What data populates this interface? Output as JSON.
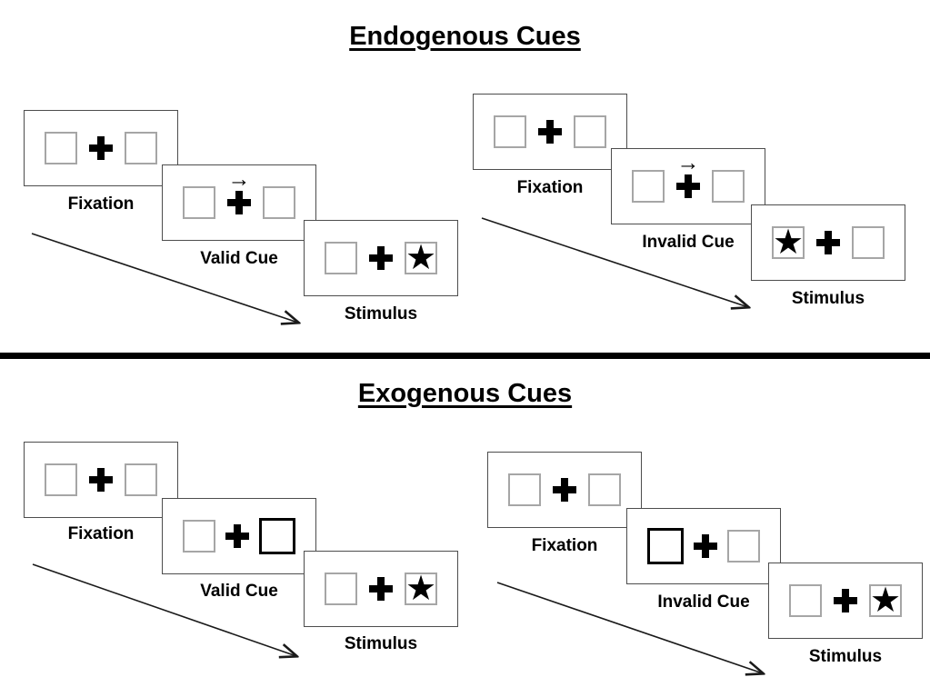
{
  "palette": {
    "background": "#ffffff",
    "ink": "#000000",
    "panel_border": "#4d4d4d",
    "box_border": "#a6a6a6",
    "divider": "#000000"
  },
  "icons": {
    "star": "★",
    "cue_arrow": "→",
    "fixation_cross": "heavy-plus-cross"
  },
  "sections": [
    {
      "title": "Endogenous Cues",
      "groups": [
        {
          "name": "endogenous-valid",
          "panels": [
            {
              "label": "Fixation",
              "left_box": "empty",
              "center": "fixation-cross",
              "cue": "none",
              "right_box": "empty"
            },
            {
              "label": "Valid Cue",
              "left_box": "empty",
              "center": "fixation-cross",
              "cue": "arrow-right",
              "right_box": "empty"
            },
            {
              "label": "Stimulus",
              "left_box": "empty",
              "center": "fixation-cross",
              "cue": "none",
              "right_box": "star"
            }
          ]
        },
        {
          "name": "endogenous-invalid",
          "panels": [
            {
              "label": "Fixation",
              "left_box": "empty",
              "center": "fixation-cross",
              "cue": "none",
              "right_box": "empty"
            },
            {
              "label": "Invalid Cue",
              "left_box": "empty",
              "center": "fixation-cross",
              "cue": "arrow-right",
              "right_box": "empty"
            },
            {
              "label": "Stimulus",
              "left_box": "star",
              "center": "fixation-cross",
              "cue": "none",
              "right_box": "empty"
            }
          ]
        }
      ]
    },
    {
      "title": "Exogenous Cues",
      "groups": [
        {
          "name": "exogenous-valid",
          "panels": [
            {
              "label": "Fixation",
              "left_box": "empty",
              "center": "fixation-cross",
              "cue": "none",
              "right_box": "empty"
            },
            {
              "label": "Valid Cue",
              "left_box": "empty",
              "center": "fixation-cross",
              "cue": "none",
              "right_box": "highlighted-empty"
            },
            {
              "label": "Stimulus",
              "left_box": "empty",
              "center": "fixation-cross",
              "cue": "none",
              "right_box": "star"
            }
          ]
        },
        {
          "name": "exogenous-invalid",
          "panels": [
            {
              "label": "Fixation",
              "left_box": "empty",
              "center": "fixation-cross",
              "cue": "none",
              "right_box": "empty"
            },
            {
              "label": "Invalid Cue",
              "left_box": "highlighted-empty",
              "center": "fixation-cross",
              "cue": "none",
              "right_box": "empty"
            },
            {
              "label": "Stimulus",
              "left_box": "empty",
              "center": "fixation-cross",
              "cue": "none",
              "right_box": "star"
            }
          ]
        }
      ]
    }
  ]
}
